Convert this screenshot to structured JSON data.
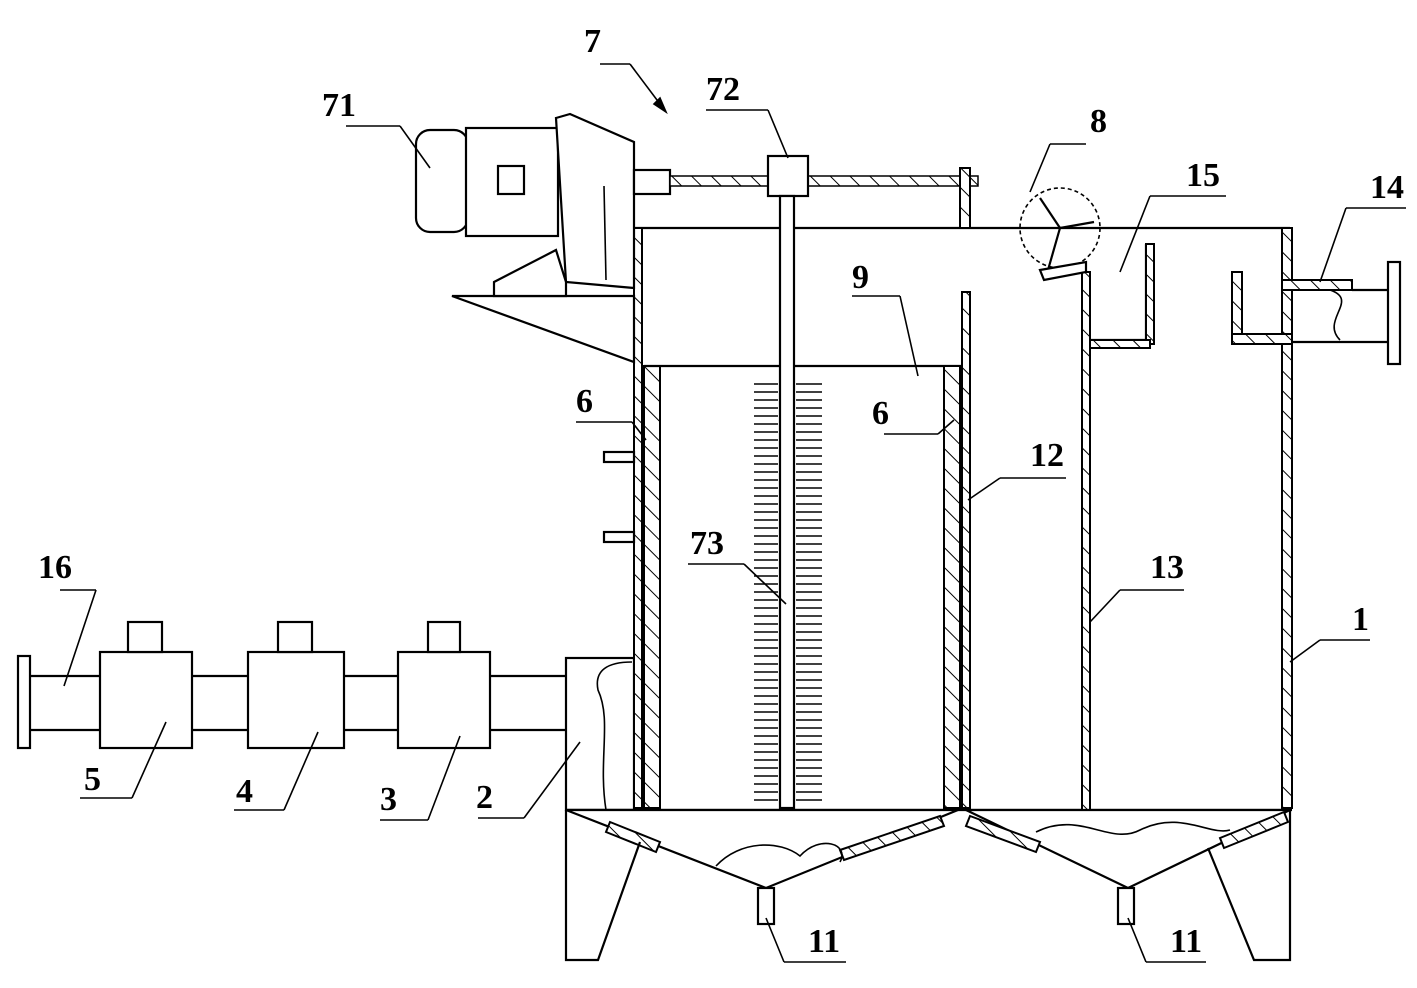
{
  "labels": {
    "l1": "1",
    "l2": "2",
    "l3": "3",
    "l4": "4",
    "l5": "5",
    "l6a": "6",
    "l6b": "6",
    "l7": "7",
    "l71": "71",
    "l72": "72",
    "l73": "73",
    "l8": "8",
    "l9": "9",
    "l11a": "11",
    "l11b": "11",
    "l12": "12",
    "l13": "13",
    "l14": "14",
    "l15": "15",
    "l16": "16"
  }
}
